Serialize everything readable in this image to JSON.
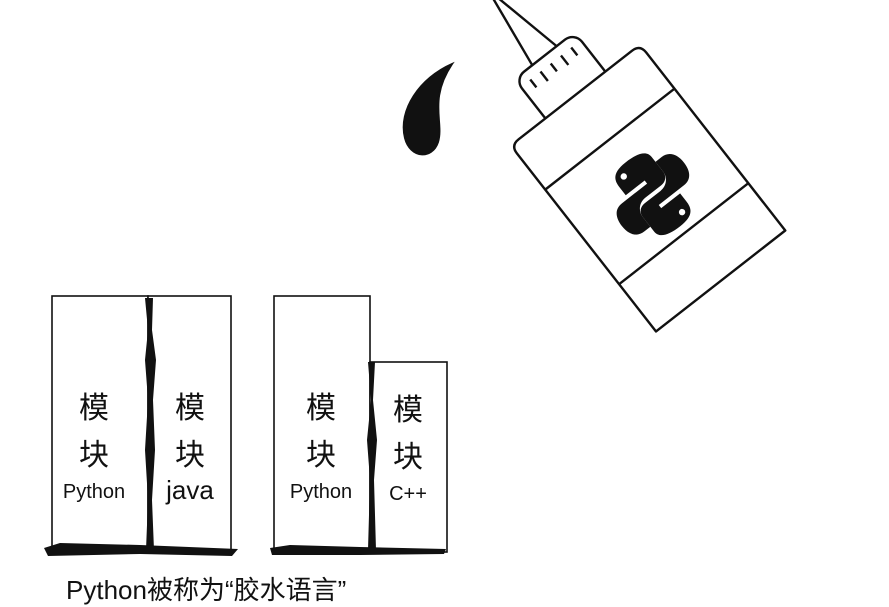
{
  "modules": [
    {
      "line1": "模",
      "line2": "块",
      "lang": "Python"
    },
    {
      "line1": "模",
      "line2": "块",
      "lang": "java"
    },
    {
      "line1": "模",
      "line2": "块",
      "lang": "Python"
    },
    {
      "line1": "模",
      "line2": "块",
      "lang": "C++"
    }
  ],
  "caption": "Python被称为“胶水语言”",
  "icons": {
    "glue_bottle": "glue-bottle-icon",
    "python_logo": "python-logo-icon",
    "glue_drop": "glue-drop-icon"
  },
  "colors": {
    "ink": "#111111",
    "background": "#ffffff"
  }
}
